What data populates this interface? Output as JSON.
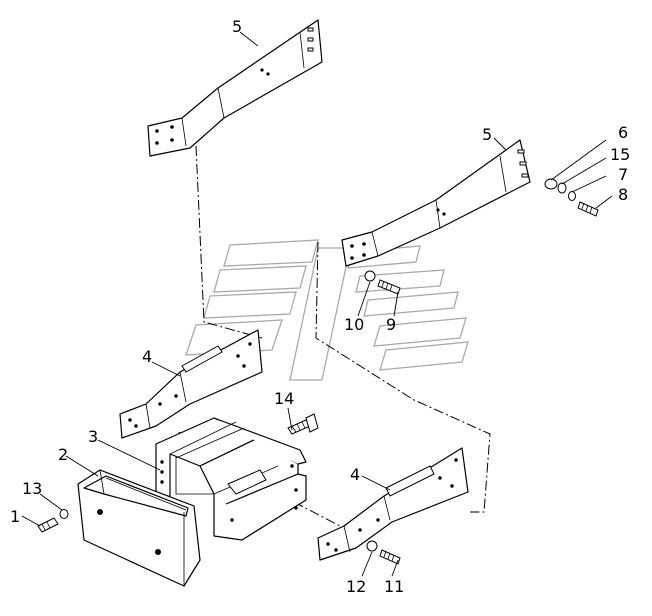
{
  "callouts": {
    "c1": "1",
    "c2": "2",
    "c3": "3",
    "c4a": "4",
    "c4b": "4",
    "c5a": "5",
    "c5b": "5",
    "c6": "6",
    "c7": "7",
    "c8": "8",
    "c9": "9",
    "c10": "10",
    "c11": "11",
    "c12": "12",
    "c13": "13",
    "c14": "14",
    "c15": "15"
  }
}
